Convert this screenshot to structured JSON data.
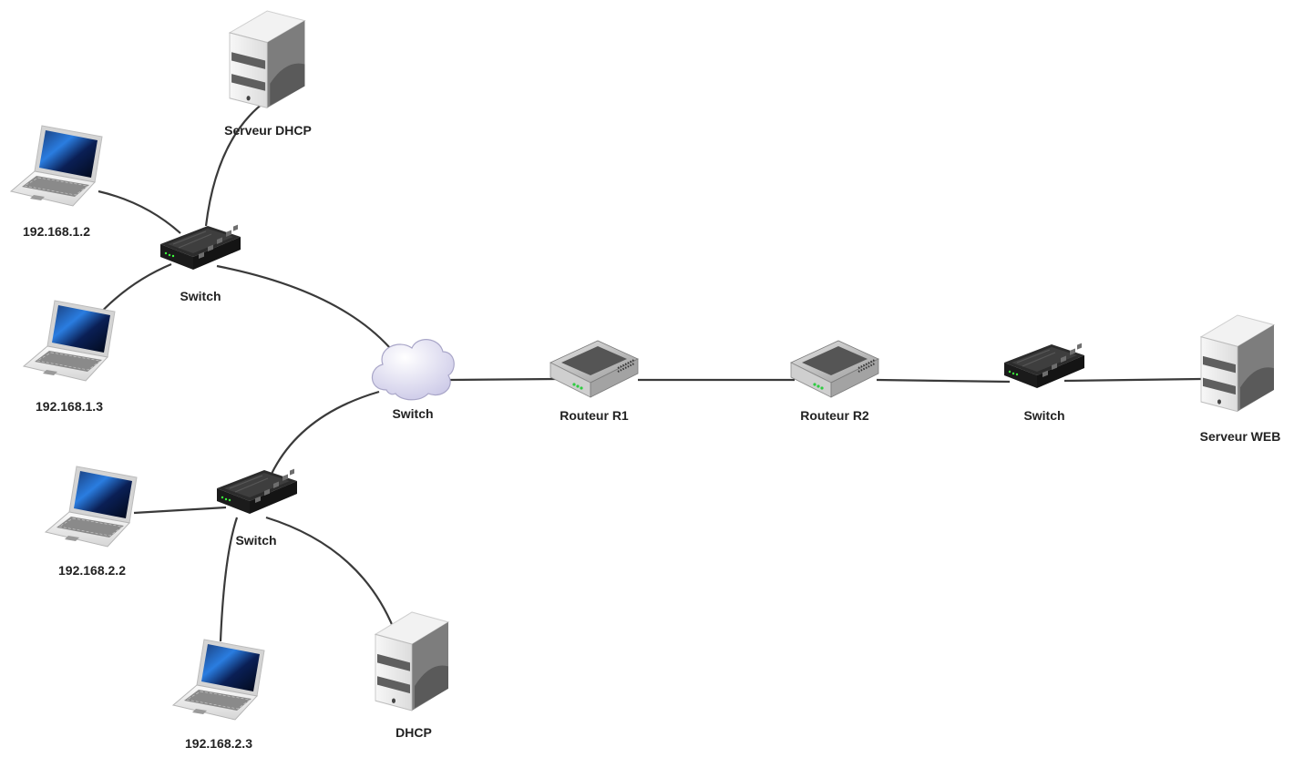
{
  "diagram": {
    "labels": {
      "dhcp_server_top": "Serveur DHCP",
      "pc_1_2": "192.168.1.2",
      "pc_1_3": "192.168.1.3",
      "switch_top": "Switch",
      "cloud": "Switch",
      "router_r1": "Routeur R1",
      "router_r2": "Routeur R2",
      "switch_right": "Switch",
      "web_server": "Serveur WEB",
      "pc_2_2": "192.168.2.2",
      "switch_bottom": "Switch",
      "pc_2_3": "192.168.2.3",
      "dhcp_server_bottom": "DHCP"
    }
  }
}
